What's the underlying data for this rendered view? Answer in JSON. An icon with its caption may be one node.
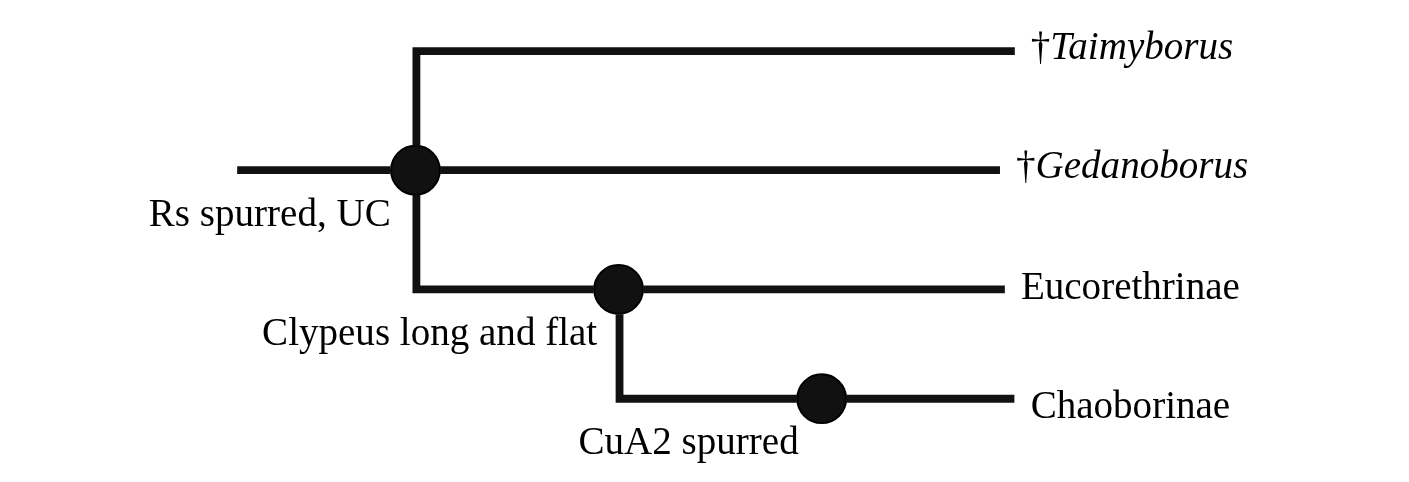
{
  "diagram": {
    "nodes": [
      {
        "text": [],
        "shape": "circle",
        "beside": [
          "Rs spurred, UC"
        ]
      },
      {
        "text": [
          "†*Taimyborus*"
        ]
      },
      {
        "text": [
          "†*Gedanoborus*"
        ]
      },
      {
        "text": [],
        "shape": "circle",
        "beside": [
          "Clypeus long and flat"
        ]
      },
      {
        "text": [
          "Eucorethrinae"
        ]
      },
      {
        "text": [],
        "shape": "circle",
        "beside": [
          "CuA2 spurred"
        ]
      },
      {
        "text": [
          "Chaoborinae"
        ]
      }
    ],
    "edges": [
      {
        "from": null,
        "to": 0,
        "arrow": "none"
      },
      {
        "from": 0,
        "to": 1,
        "arrow": "none"
      },
      {
        "from": 0,
        "to": 2,
        "arrow": "none"
      },
      {
        "from": 0,
        "to": 3,
        "arrow": "none"
      },
      {
        "from": 3,
        "to": 4,
        "arrow": "none"
      },
      {
        "from": 3,
        "to": 5,
        "arrow": "none"
      },
      {
        "from": 5,
        "to": 6,
        "arrow": "none"
      }
    ]
  }
}
